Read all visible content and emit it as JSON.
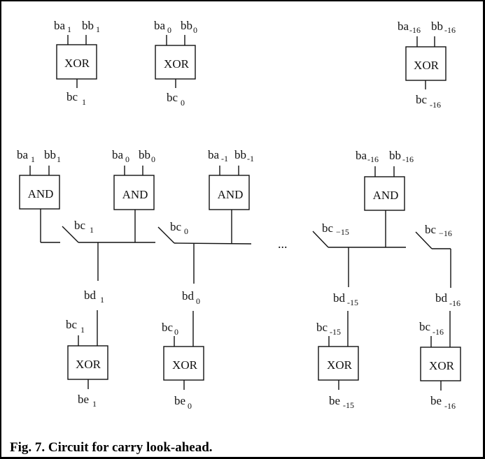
{
  "caption": "Fig. 7. Circuit for carry look-ahead.",
  "ellipsis": "...",
  "top_xor_gates": [
    {
      "gate": "XOR",
      "in_a": {
        "base": "ba",
        "sub": "1"
      },
      "in_b": {
        "base": "bb",
        "sub": "1"
      },
      "out": {
        "base": "bc",
        "sub": "1"
      }
    },
    {
      "gate": "XOR",
      "in_a": {
        "base": "ba",
        "sub": "0"
      },
      "in_b": {
        "base": "bb",
        "sub": "0"
      },
      "out": {
        "base": "bc",
        "sub": "0"
      }
    },
    {
      "gate": "XOR",
      "in_a": {
        "base": "ba",
        "sub": "-16"
      },
      "in_b": {
        "base": "bb",
        "sub": "-16"
      },
      "out": {
        "base": "bc",
        "sub": "-16"
      }
    }
  ],
  "and_gates": [
    {
      "gate": "AND",
      "in_a": {
        "base": "ba",
        "sub": "1"
      },
      "in_b": {
        "base": "bb",
        "sub": "1"
      }
    },
    {
      "gate": "AND",
      "in_a": {
        "base": "ba",
        "sub": "0"
      },
      "in_b": {
        "base": "bb",
        "sub": "0"
      }
    },
    {
      "gate": "AND",
      "in_a": {
        "base": "ba",
        "sub": "-1"
      },
      "in_b": {
        "base": "bb",
        "sub": "-1"
      }
    },
    {
      "gate": "AND",
      "in_a": {
        "base": "ba",
        "sub": "-16"
      },
      "in_b": {
        "base": "bb",
        "sub": "-16"
      }
    }
  ],
  "switches": [
    {
      "base": "bc",
      "sub": "1"
    },
    {
      "base": "bc",
      "sub": "0"
    },
    {
      "base": "bc",
      "sub": "−15"
    },
    {
      "base": "bc",
      "sub": "−16"
    }
  ],
  "bd_signals": [
    {
      "base": "bd",
      "sub": "1"
    },
    {
      "base": "bd",
      "sub": "0"
    },
    {
      "base": "bd",
      "sub": "-15"
    },
    {
      "base": "bd",
      "sub": "-16"
    }
  ],
  "bottom_xor_gates": [
    {
      "gate": "XOR",
      "in_c": {
        "base": "bc",
        "sub": "1"
      },
      "out": {
        "base": "be",
        "sub": "1"
      }
    },
    {
      "gate": "XOR",
      "in_c": {
        "base": "bc",
        "sub": "0"
      },
      "out": {
        "base": "be",
        "sub": "0"
      }
    },
    {
      "gate": "XOR",
      "in_c": {
        "base": "bc",
        "sub": "-15"
      },
      "out": {
        "base": "be",
        "sub": "-15"
      }
    },
    {
      "gate": "XOR",
      "in_c": {
        "base": "bc",
        "sub": "-16"
      },
      "out": {
        "base": "be",
        "sub": "-16"
      }
    }
  ]
}
